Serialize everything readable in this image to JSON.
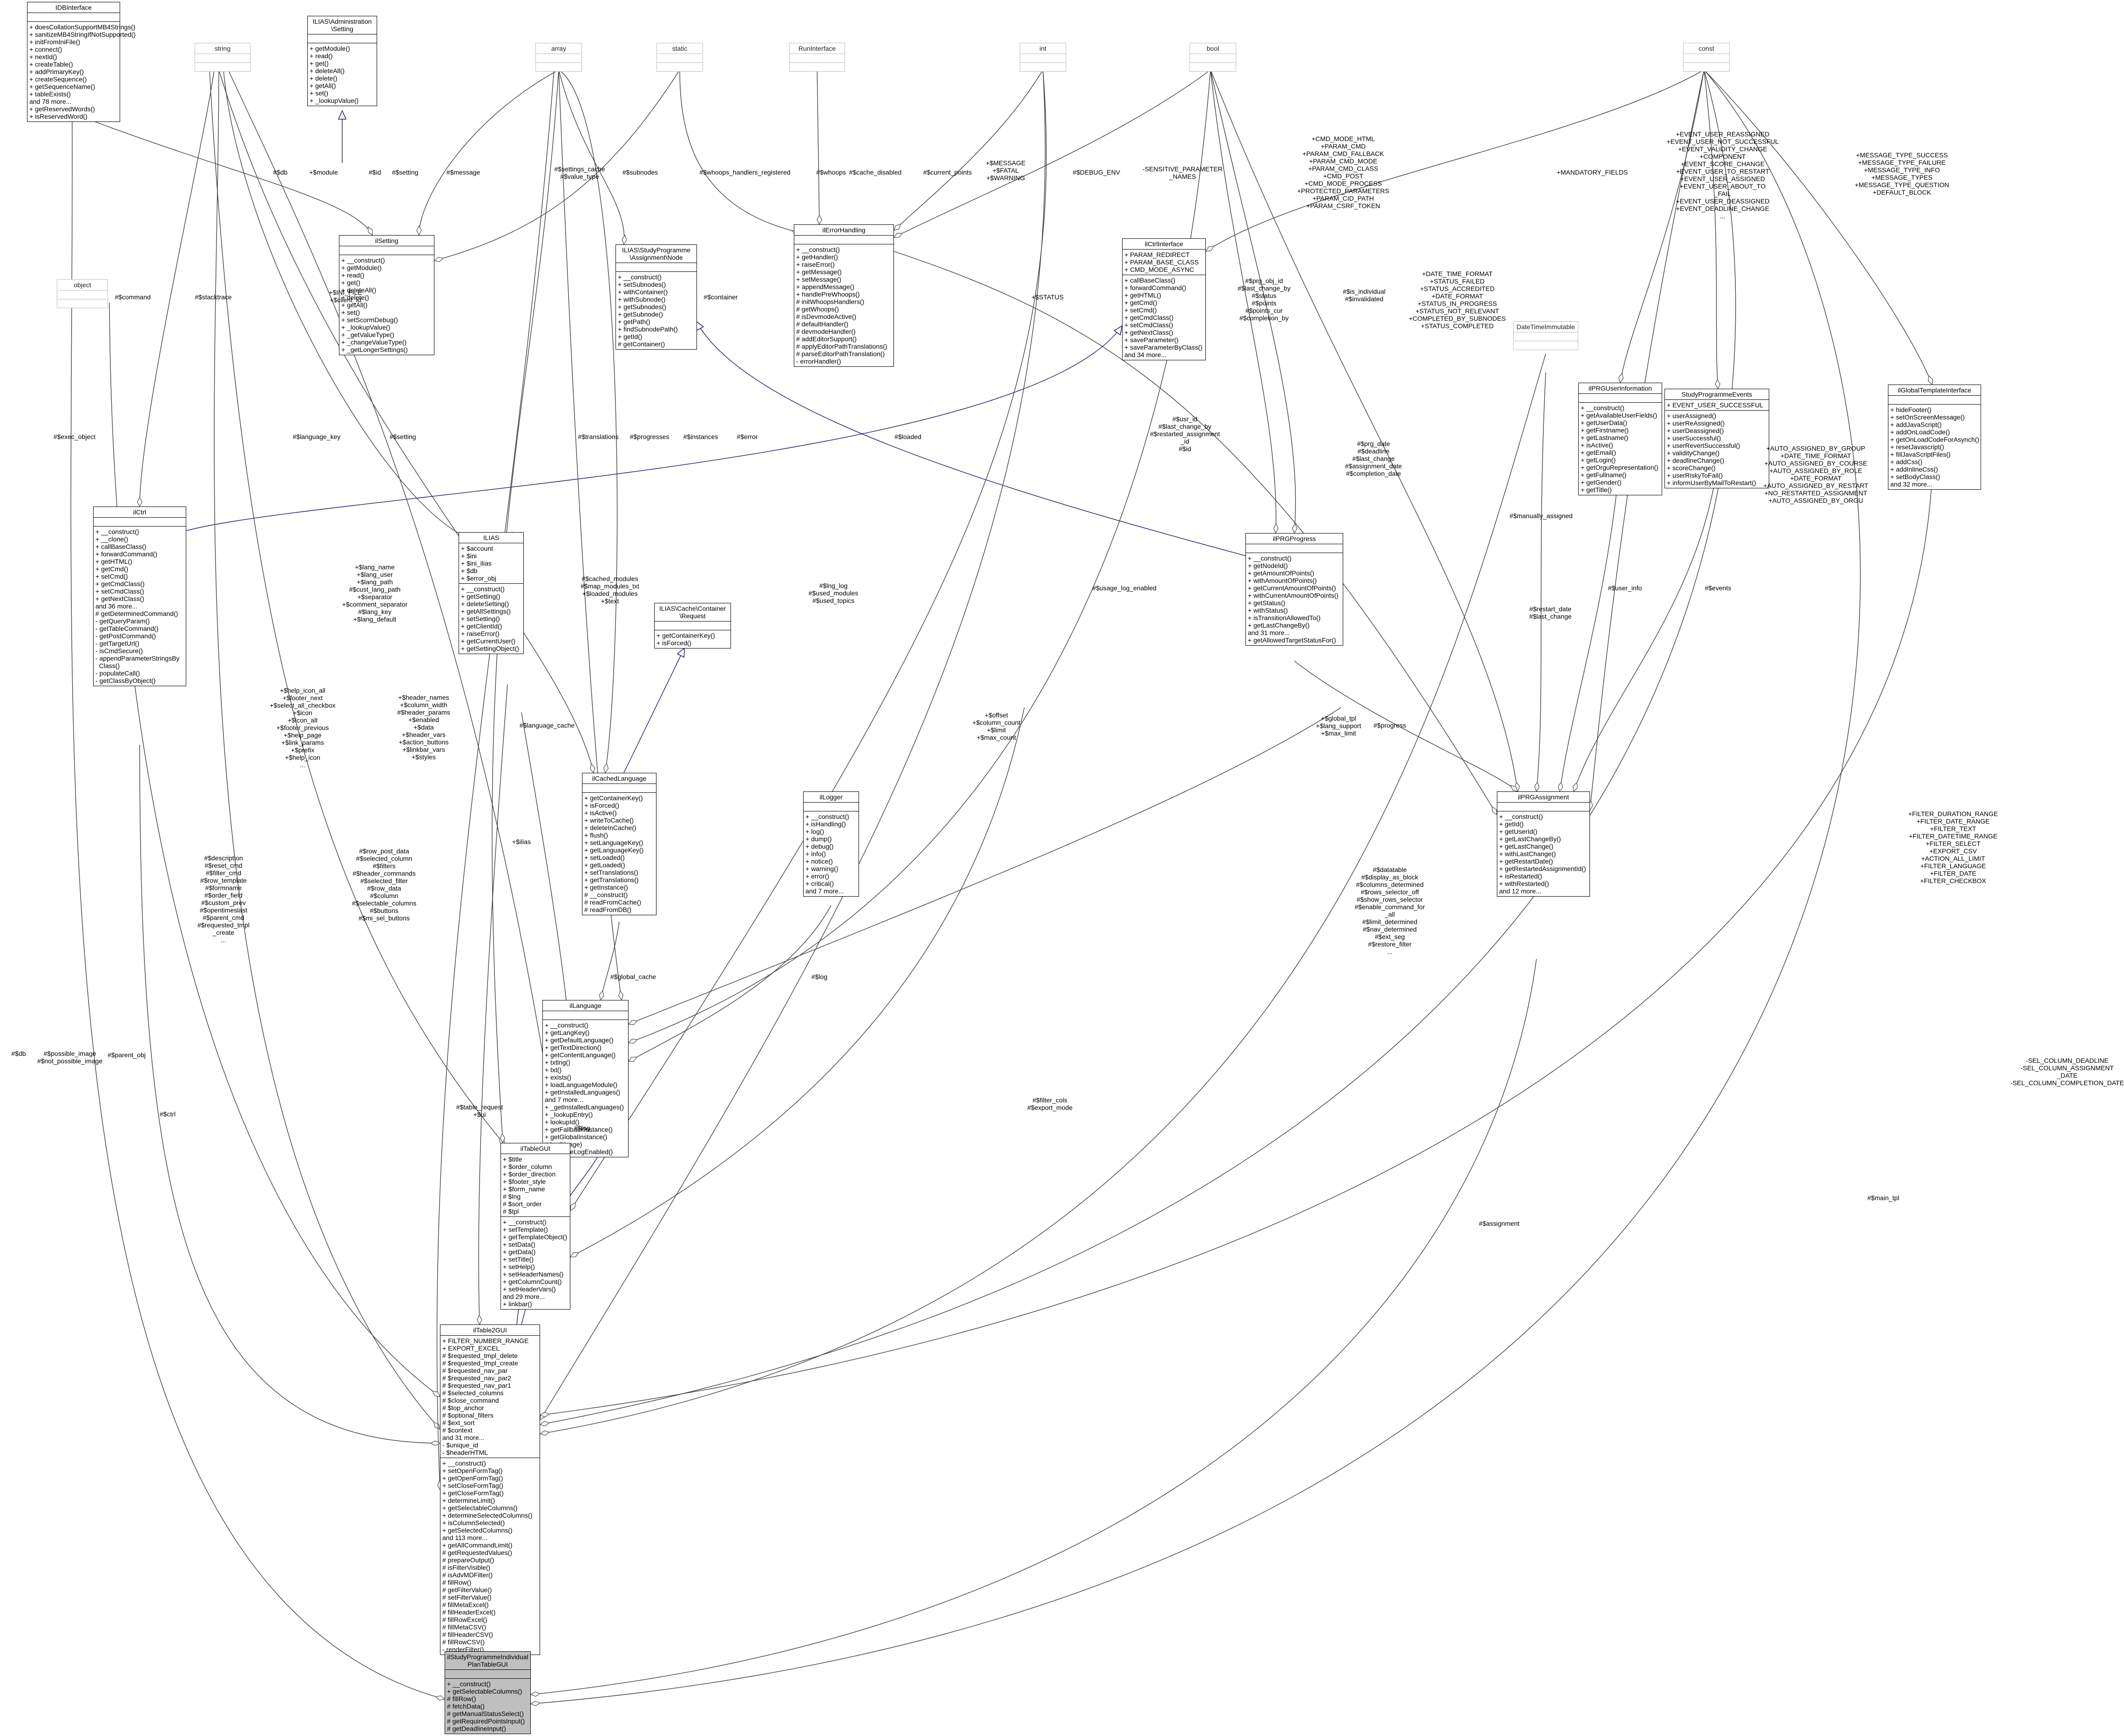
{
  "classes": {
    "idbinterface": {
      "title": [
        "IDBInterface"
      ],
      "attrs": [],
      "ops": [
        "+ doesCollationSupportMB4Strings()",
        "+ sanitizeMB4StringIfNotSupported()",
        "+ initFromIniFile()",
        "+ connect()",
        "+ nextId()",
        "+ createTable()",
        "+ addPrimaryKey()",
        "+ createSequence()",
        "+ getSequenceName()",
        "+ tableExists()",
        "and 78 more...",
        "+ getReservedWords()",
        "+ isReservedWord()"
      ]
    },
    "string": {
      "title": [
        "string"
      ],
      "attrs": [],
      "ops": []
    },
    "ilias_admin_setting": {
      "title": [
        "ILIAS\\Administration",
        "\\Setting"
      ],
      "attrs": [],
      "ops": [
        "+ getModule()",
        "+ read()",
        "+ get()",
        "+ deleteAll()",
        "+ delete()",
        "+ getAll()",
        "+ set()",
        "+ _lookupValue()"
      ]
    },
    "array": {
      "title": [
        "array"
      ],
      "attrs": [],
      "ops": []
    },
    "static": {
      "title": [
        "static"
      ],
      "attrs": [],
      "ops": []
    },
    "runinterface": {
      "title": [
        "RunInterface"
      ],
      "attrs": [],
      "ops": []
    },
    "int": {
      "title": [
        "int"
      ],
      "attrs": [],
      "ops": []
    },
    "bool": {
      "title": [
        "bool"
      ],
      "attrs": [],
      "ops": []
    },
    "const": {
      "title": [
        "const"
      ],
      "attrs": [],
      "ops": []
    },
    "object": {
      "title": [
        "object"
      ],
      "attrs": [],
      "ops": []
    },
    "ilsetting": {
      "title": [
        "ilSetting"
      ],
      "attrs": [],
      "ops": [
        "+ __construct()",
        "+ getModule()",
        "+ read()",
        "+ get()",
        "+ deleteAll()",
        "+ delete()",
        "+ getAll()",
        "+ set()",
        "+ setScormDebug()",
        "+ _lookupValue()",
        "+ _getValueType()",
        "+ _changeValueType()",
        "+ _getLongerSettings()"
      ]
    },
    "studyprogramme_node": {
      "title": [
        "ILIAS\\StudyProgramme",
        "\\Assignment\\Node"
      ],
      "attrs": [],
      "ops": [
        "+ __construct()",
        "+ setSubnodes()",
        "+ withContainer()",
        "+ withSubnode()",
        "+ getSubnodes()",
        "+ getSubnode()",
        "+ getPath()",
        "+ findSubnodePath()",
        "+ getId()",
        "# getContainer()"
      ]
    },
    "ilerrorhandling": {
      "title": [
        "ilErrorHandling"
      ],
      "attrs": [],
      "ops": [
        "+ __construct()",
        "+ getHandler()",
        "+ raiseError()",
        "+ getMessage()",
        "+ setMessage()",
        "+ appendMessage()",
        "+ handlePreWhoops()",
        "# initWhoopsHandlers()",
        "# getWhoops()",
        "# isDevmodeActive()",
        "# defaultHandler()",
        "# devmodeHandler()",
        "# addEditorSupport()",
        "# applyEditorPathTranslations()",
        "# parseEditorPathTranslation()",
        "- errorHandler()"
      ]
    },
    "ilctrlinterface": {
      "title": [
        "ilCtrlInterface"
      ],
      "attrs": [
        "+ PARAM_REDIRECT",
        "+ PARAM_BASE_CLASS",
        "+ CMD_MODE_ASYNC"
      ],
      "ops": [
        "+ callBaseClass()",
        "+ forwardCommand()",
        "+ getHTML()",
        "+ getCmd()",
        "+ setCmd()",
        "+ getCmdClass()",
        "+ setCmdClass()",
        "+ getNextClass()",
        "+ saveParameter()",
        "+ saveParameterByClass()",
        "and 34 more..."
      ]
    },
    "datetimeimmutable": {
      "title": [
        "DateTimeImmutable"
      ],
      "attrs": [],
      "ops": []
    },
    "ilprguserinformation": {
      "title": [
        "ilPRGUserInformation"
      ],
      "attrs": [],
      "ops": [
        "+ __construct()",
        "+ getAvailableUserFields()",
        "+ getUserData()",
        "+ getFirstname()",
        "+ getLastname()",
        "+ isActive()",
        "+ getEmail()",
        "+ getLogin()",
        "+ getOrguRepresentation()",
        "+ getFullname()",
        "+ getGender()",
        "+ getTitle()"
      ]
    },
    "studyprogrammeevents": {
      "title": [
        "StudyProgrammeEvents"
      ],
      "attrs": [
        "+ EVENT_USER_SUCCESSFUL"
      ],
      "ops": [
        "+ userAssigned()",
        "+ userReAssigned()",
        "+ userDeassigned()",
        "+ userSuccessful()",
        "+ userRevertSuccessful()",
        "+ validityChange()",
        "+ deadlineChange()",
        "+ scoreChange()",
        "+ userRiskyToFail()",
        "+ informUserByMailToRestart()"
      ]
    },
    "ilglobaltemplateinterface": {
      "title": [
        "ilGlobalTemplateInterface"
      ],
      "attrs": [],
      "ops": [
        "+ hideFooter()",
        "+ setOnScreenMessage()",
        "+ addJavaScript()",
        "+ addOnLoadCode()",
        "+ getOnLoadCodeForAsynch()",
        "+ resetJavascript()",
        "+ fillJavaScriptFiles()",
        "+ addCss()",
        "+ addInlineCss()",
        "+ setBodyClass()",
        "and 32 more..."
      ]
    },
    "ilctrl": {
      "title": [
        "ilCtrl"
      ],
      "attrs": [],
      "ops": [
        "+ __construct()",
        "+ __clone()",
        "+ callBaseClass()",
        "+ forwardCommand()",
        "+ getHTML()",
        "+ getCmd()",
        "+ setCmd()",
        "+ getCmdClass()",
        "+ setCmdClass()",
        "+ getNextClass()",
        "and 36 more...",
        "# getDeterminedCommand()",
        "- getQueryParam()",
        "- getTableCommand()",
        "- getPostCommand()",
        "- getTargetUrl()",
        "- isCmdSecure()",
        "- appendParameterStringsBy",
        "  Class()",
        "- populateCall()",
        "- getClassByObject()"
      ]
    },
    "ilias": {
      "title": [
        "ILIAS"
      ],
      "attrs": [
        "+ $account",
        "+ $ini",
        "+ $ini_ilias",
        "+ $db",
        "+ $error_obj"
      ],
      "ops": [
        "+ __construct()",
        "+ getSetting()",
        "+ deleteSetting()",
        "+ getAllSettings()",
        "+ setSetting()",
        "+ getClientId()",
        "+ raiseError()",
        "+ getCurrentUser()",
        "+ getSettingObject()"
      ]
    },
    "cachecontainer": {
      "title": [
        "ILIAS\\Cache\\Container",
        "\\Request"
      ],
      "attrs": [],
      "ops": [
        "+ getContainerKey()",
        "+ isForced()"
      ]
    },
    "ilprgprogress": {
      "title": [
        "ilPRGProgress"
      ],
      "attrs": [],
      "ops": [
        "+ __construct()",
        "+ getNodeId()",
        "+ getAmountOfPoints()",
        "+ withAmountOfPoints()",
        "+ getCurrentAmountOfPoints()",
        "+ withCurrentAmountOfPoints()",
        "+ getStatus()",
        "+ withStatus()",
        "+ isTransitionAllowedTo()",
        "+ getLastChangeBy()",
        "and 31 more...",
        "+ getAllowedTargetStatusFor()"
      ]
    },
    "ilcachedlanguage": {
      "title": [
        "ilCachedLanguage"
      ],
      "attrs": [],
      "ops": [
        "+ getContainerKey()",
        "+ isForced()",
        "+ isActive()",
        "+ writeToCache()",
        "+ deleteInCache()",
        "+ flush()",
        "+ setLanguageKey()",
        "+ getLanguageKey()",
        "+ setLoaded()",
        "+ getLoaded()",
        "+ setTranslations()",
        "+ getTranslations()",
        "+ getInstance()",
        "# __construct()",
        "# readFromCache()",
        "# readFromDB()"
      ]
    },
    "illogger": {
      "title": [
        "ilLogger"
      ],
      "attrs": [],
      "ops": [
        "+ __construct()",
        "+ isHandling()",
        "+ log()",
        "+ dump()",
        "+ debug()",
        "+ info()",
        "+ notice()",
        "+ warning()",
        "+ error()",
        "+ critical()",
        "and 7 more..."
      ]
    },
    "ilprgassignment": {
      "title": [
        "ilPRGAssignment"
      ],
      "attrs": [],
      "ops": [
        "+ __construct()",
        "+ getId()",
        "+ getUserId()",
        "+ getLastChangeBy()",
        "+ getLastChange()",
        "+ withLastChange()",
        "+ getRestartDate()",
        "+ getRestartedAssignmentId()",
        "+ isRestarted()",
        "+ withRestarted()",
        "and 12 more..."
      ]
    },
    "illanguage": {
      "title": [
        "ilLanguage"
      ],
      "attrs": [],
      "ops": [
        "+ __construct()",
        "+ getLangKey()",
        "+ getDefaultLanguage()",
        "+ getTextDirection()",
        "+ getContentLanguage()",
        "+ txtlng()",
        "+ txt()",
        "+ exists()",
        "+ loadLanguageModule()",
        "+ getInstalledLanguages()",
        "and 7 more...",
        "+ _getInstalledLanguages()",
        "+ _lookupEntry()",
        "+ lookupId()",
        "+ getFallbackInstance()",
        "+ getGlobalInstance()",
        "# log(Usage)",
        "# isUsageLogEnabled()"
      ]
    },
    "iltablegui": {
      "title": [
        "ilTableGUI"
      ],
      "attrs": [
        "+ $title",
        "+ $order_column",
        "+ $order_direction",
        "+ $footer_style",
        "+ $form_name",
        "# $lng",
        "# $sort_order",
        "# $tpl"
      ],
      "ops": [
        "+ __construct()",
        "+ setTemplate()",
        "+ getTemplateObject()",
        "+ setData()",
        "+ getData()",
        "+ setTitle()",
        "+ setHelp()",
        "+ setHeaderNames()",
        "+ getColumnCount()",
        "+ setHeaderVars()",
        "and 29 more...",
        "+ linkbar()"
      ]
    },
    "iltable2gui": {
      "title": [
        "ilTable2GUI"
      ],
      "attrs": [
        "+ FILTER_NUMBER_RANGE",
        "+ EXPORT_EXCEL",
        "# $requested_tmpl_delete",
        "# $requested_tmpl_create",
        "# $requested_nav_par",
        "# $requested_nav_par2",
        "# $requested_nav_par1",
        "# $selected_columns",
        "# $close_command",
        "# $top_anchor",
        "# $optional_filters",
        "# $ext_sort",
        "# $context",
        "and 31 more...",
        "- $unique_id",
        "- $headerHTML"
      ],
      "ops": [
        "+ __construct()",
        "+ setOpenFormTag()",
        "+ getOpenFormTag()",
        "+ setCloseFormTag()",
        "+ getCloseFormTag()",
        "+ determineLimit()",
        "+ getSelectableColumns()",
        "+ determineSelectedColumns()",
        "+ isColumnSelected()",
        "+ getSelectedColumns()",
        "and 113 more...",
        "+ getAllCommandLimit()",
        "# getRequestedValues()",
        "# prepareOutput()",
        "# isFilterVisible()",
        "# isAdvMDFilter()",
        "# fillRow()",
        "# getFilterValue()",
        "# setFilterValue()",
        "# fillMetaExcel()",
        "# fillHeaderExcel()",
        "# fillRowExcel()",
        "# fillMetaCSV()",
        "# fillHeaderCSV()",
        "# fillRowCSV()",
        "- renderFilter()"
      ]
    },
    "target": {
      "title": [
        "ilStudyProgrammeIndividual",
        "PlanTableGUI"
      ],
      "attrs": [],
      "ops": [
        "+ __construct()",
        "+ getSelectableColumns()",
        "# fillRow()",
        "# fetchData()",
        "# getManualStatusSelect()",
        "# getRequiredPointsInput()",
        "# getDeadlineInput()"
      ]
    }
  },
  "edge_labels": {
    "db_idb": "#$db",
    "module": "+$module",
    "id": "#$id",
    "setting": "#$setting",
    "message": "#$message",
    "settings_cache": "#$settings_cache\n#$value_type",
    "subnodes": "#$subnodes",
    "whoops_handlers": "#$whoops_handlers_registered",
    "whoops": "#$whoops",
    "current_points": "#$current_points",
    "message_fatal": "+$MESSAGE\n+$FATAL\n+$WARNING",
    "debug_env": "#$DEBUG_ENV",
    "sensitive": "-SENSITIVE_PARAMETER\n_NAMES",
    "cmd_mode": "+CMD_MODE_HTML\n+PARAM_CMD\n+PARAM_CMD_FALLBACK\n+PARAM_CMD_MODE\n+PARAM_CMD_CLASS\n+CMD_POST\n+CMD_MODE_PROCESS\n+PROTECTED_PARAMETERS\n+PARAM_CID_PATH\n+PARAM_CSRF_TOKEN",
    "mandatory_fields": "+MANDATORY_FIELDS",
    "event_user": "+EVENT_USER_REASSIGNED\n+EVENT_USER_NOT_SUCCESSFUL\n+EVENT_VALIDITY_CHANGE\n+COMPONENT\n+EVENT_SCORE_CHANGE\n+EVENT_USER_TO_RESTART\n+EVENT_USER_ASSIGNED\n+EVENT_USER_ABOUT_TO\n_FAIL\n+EVENT_USER_DEASSIGNED\n+EVENT_DEADLINE_CHANGE\n...",
    "message_type": "+MESSAGE_TYPE_SUCCESS\n+MESSAGE_TYPE_FAILURE\n+MESSAGE_TYPE_INFO\n+MESSAGE_TYPES\n+MESSAGE_TYPE_QUESTION\n+DEFAULT_BLOCK",
    "cache_disabled": "#$cache_disabled",
    "ini_file": "+$INI_FILE\n+$client_id",
    "command": "#$command",
    "stacktrace": "#$stacktrace",
    "container": "#$container",
    "prg_obj": "#$prg_obj_id\n#$last_change_by\n#$status\n#$points\n#$points_cur\n#$completion_by",
    "is_individual": "#$is_individual\n#$invalidated",
    "date_time_format": "+DATE_TIME_FORMAT\n+STATUS_FAILED\n+STATUS_ACCREDITED\n+DATE_FORMAT\n+STATUS_IN_PROGRESS\n+STATUS_NOT_RELEVANT\n+COMPLETED_BY_SUBNODES\n+STATUS_COMPLETED",
    "auto_assigned": "+AUTO_ASSIGNED_BY_GROUP\n+DATE_TIME_FORMAT\n+AUTO_ASSIGNED_BY_COURSE\n+AUTO_ASSIGNED_BY_ROLE\n+DATE_FORMAT\n+AUTO_ASSIGNED_BY_RESTART\n+NO_RESTARTED_ASSIGNMENT\n+AUTO_ASSIGNED_BY_ORGU",
    "exec_object": "#$exec_object",
    "language_key": "#$language_key",
    "translations": "#$translations",
    "progresses": "#$progresses",
    "instances": "#$instances",
    "error": "#$error",
    "loaded": "#$loaded",
    "usr_id": "#$usr_id\n#$last_change_by\n#$restarted_assignment\n_id\n#$id",
    "status": "+$STATUS",
    "manually_assigned": "#$manually_assigned",
    "user_info": "#$user_info",
    "events": "#$events",
    "prg_date": "#$prg_date\n#$deadline\n#$last_change\n#$assignment_date\n#$completion_date",
    "restart_date": "#$restart_date\n#$last_change",
    "setting2": "#$setting",
    "lang_name": "+$lang_name\n+$lang_user\n+$lang_path\n#$cust_lang_path\n+$separator\n+$comment_separator\n#$lang_key\n+$lang_default",
    "cached_modules": "#$cached_modules\n#$map_modules_txt\n+$loaded_modules\n+$text",
    "lng_log": "#$lng_log\n#$used_modules\n#$used_topics",
    "usage_log": "#$usage_log_enabled",
    "language_cache": "#$language_cache",
    "progress": "#$progress",
    "global_tpl": "+$global_tpl\n+$lang_support\n+$max_limit",
    "help_icon": "+$help_icon_all\n+$footer_next\n+$select_all_checkbox\n+$icon\n+$icon_alt\n+$footer_previous\n+$help_page\n+$link_params\n+$prefix\n+$help_icon\n...",
    "header_names": "+$header_names\n+$column_width\n#$header_params\n+$enabled\n+$data\n+$header_vars\n+$action_buttons\n+$linkbar_vars\n+$styles",
    "ilias": "+$ilias",
    "offset": "+$offset\n+$column_count\n+$limit\n+$max_count",
    "datatable": "#$datatable\n#$display_as_block\n#$columns_determined\n#$rows_selector_off\n#$show_rows_selector\n#$enable_command_for\n_all\n#$limit_determined\n#$nav_determined\n#$ext_seg\n#$restore_filter\n...",
    "filter_duration": "+FILTER_DURATION_RANGE\n+FILTER_DATE_RANGE\n+FILTER_TEXT\n+FILTER_DATETIME_RANGE\n+FILTER_SELECT\n+EXPORT_CSV\n+ACTION_ALL_LIMIT\n+FILTER_LANGUAGE\n+FILTER_DATE\n+FILTER_CHECKBOX",
    "description": "#$description\n#$reset_cmd\n#$filter_cmd\n#$row_template\n#$formname\n#$order_field\n#$custom_prev\n#$opentimeslast\n#$parent_cmd\n#$requested_tmpl\n_create\n...",
    "row_post": "#$row_post_data\n#$selected_column\n#$filters\n#$header_commands\n#$selected_filter\n#$row_data\n#$column\n#$selectable_columns\n#$buttons\n#$mi_sel_buttons",
    "global_cache": "#$global_cache",
    "log": "#$log",
    "filter_cols": "#$filter_cols\n#$export_mode",
    "table_request": "#$table_request\n+$ui",
    "lng": "#$lng",
    "main_tpl": "#$main_tpl",
    "sel_column": "-SEL_COLUMN_DEADLINE\n-SEL_COLUMN_ASSIGNMENT\n_DATE\n-SEL_COLUMN_COMPLETION_DATE",
    "assignment": "#$assignment",
    "possible_image": "#$possible_image\n#$not_possible_image",
    "parent_obj": "#$parent_obj",
    "ctrl": "#$ctrl",
    "db": "#$db"
  }
}
